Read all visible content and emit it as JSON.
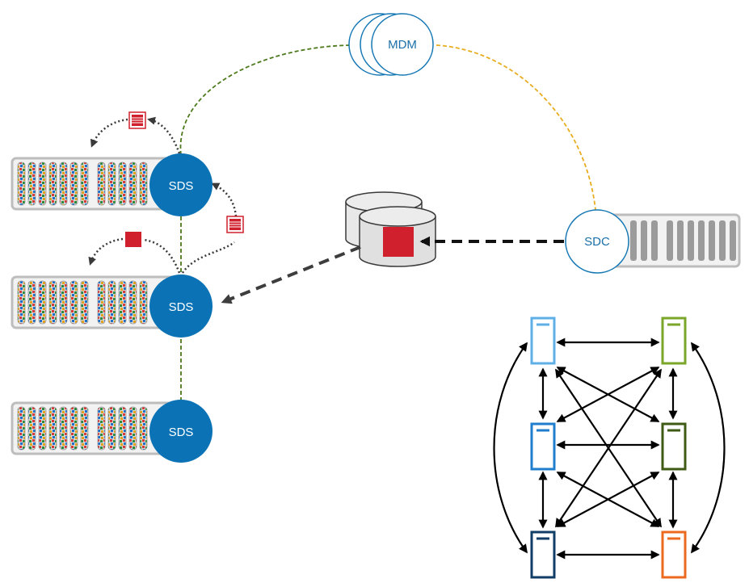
{
  "nodes": {
    "mdm_label": "MDM",
    "sdc_label": "SDC",
    "sds_labels": [
      "SDS",
      "SDS",
      "SDS"
    ]
  },
  "colors": {
    "node_fill": "#0a72b5",
    "mdm_stroke": "#1477b3",
    "mdm_text": "#1a6fa8",
    "sdc_stroke": "#1477b3",
    "sdc_text": "#1a6fa8",
    "mdm_sds_link": "#4d7a1c",
    "mdm_sdc_link": "#e8ac1e",
    "data_block": "#d0202d",
    "io_arrow": "#3d3d3d",
    "server_frame": "#bdbdbd",
    "mesh_light_blue": "#5fb0e8",
    "mesh_blue": "#1f7fcc",
    "mesh_navy": "#123d66",
    "mesh_light_green": "#7aa62a",
    "mesh_dark_green": "#3f5a14",
    "mesh_orange": "#ec6a1f"
  },
  "icons": [
    "server-rack-icon",
    "database-volume-icon",
    "data-block-icon",
    "server-tower-icon"
  ]
}
